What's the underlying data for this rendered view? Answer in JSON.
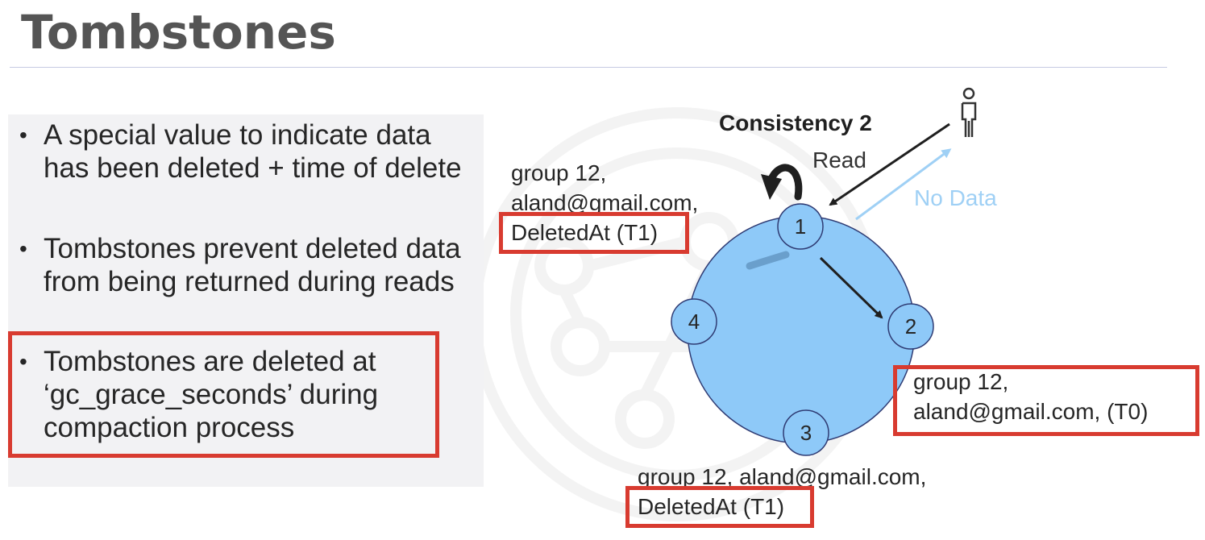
{
  "slide": {
    "title": "Tombstones"
  },
  "bullets": [
    "A special value to indicate data has been deleted + time of delete",
    "Tombstones prevent deleted data from being returned during reads",
    "Tombstones are deleted at ‘gc_grace_seconds’ during compaction process"
  ],
  "diagram": {
    "consistency_label": "Consistency 2",
    "read_label": "Read",
    "no_data_label": "No Data",
    "nodes": [
      "1",
      "2",
      "3",
      "4"
    ],
    "replica_top": {
      "line1": "group 12,",
      "line2": "aland@gmail.com,",
      "line3": "DeletedAt (T1)"
    },
    "replica_right": {
      "line1": "group 12,",
      "line2": "aland@gmail.com, (T0)"
    },
    "replica_bottom": {
      "line1": "group 12, aland@gmail.com,",
      "line2": "DeletedAt (T1)"
    },
    "icons": [
      "user-icon",
      "refresh-arrow-icon"
    ]
  },
  "colors": {
    "ring_fill": "#8ec9f8",
    "ring_stroke": "#2f3b73",
    "highlight": "#d83b30",
    "no_data": "#9fd0f5",
    "title": "#555555"
  }
}
